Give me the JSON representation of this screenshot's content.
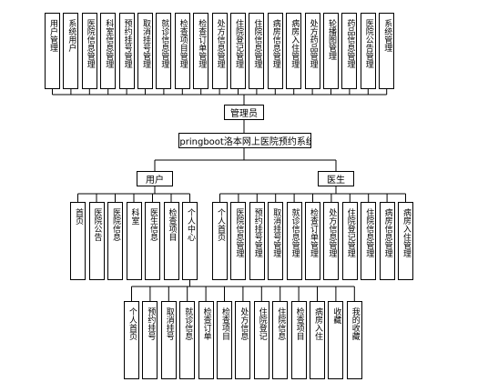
{
  "root": "springboot洛本网上医院预约系统",
  "admin": {
    "label": "管理员",
    "children": [
      "用户管理",
      "系统用户",
      "医院信息管理",
      "科室信息管理",
      "预约挂号管理",
      "取消挂号管理",
      "就诊信息管理",
      "检查项目管理",
      "检查订单管理",
      "处方信息管理",
      "住院登记管理",
      "住院信息管理",
      "病房信息管理",
      "病房入住管理",
      "处方药品管理",
      "轮播图管理",
      "药品信息管理",
      "医院公告管理",
      "系统管理"
    ]
  },
  "user": {
    "label": "用户",
    "children": [
      "首页",
      "医院公告",
      "医院信息",
      "科室",
      "医生信息",
      "检查项目",
      "个人中心"
    ],
    "center_children": [
      "个人首页",
      "预约挂号",
      "取消挂号",
      "就诊信息",
      "检查订单",
      "检查项目",
      "处方信息",
      "住院登记",
      "住院信息",
      "检查项目",
      "病房入住",
      "收藏",
      "我的收藏"
    ]
  },
  "doctor": {
    "label": "医生",
    "children": [
      "个人首页",
      "医院信息管理",
      "预约挂号管理",
      "取消挂号管理",
      "就诊信息管理",
      "检查订单管理",
      "处方信息管理",
      "住院登记管理",
      "住院信息管理",
      "病房信息管理",
      "病房入住管理"
    ]
  }
}
